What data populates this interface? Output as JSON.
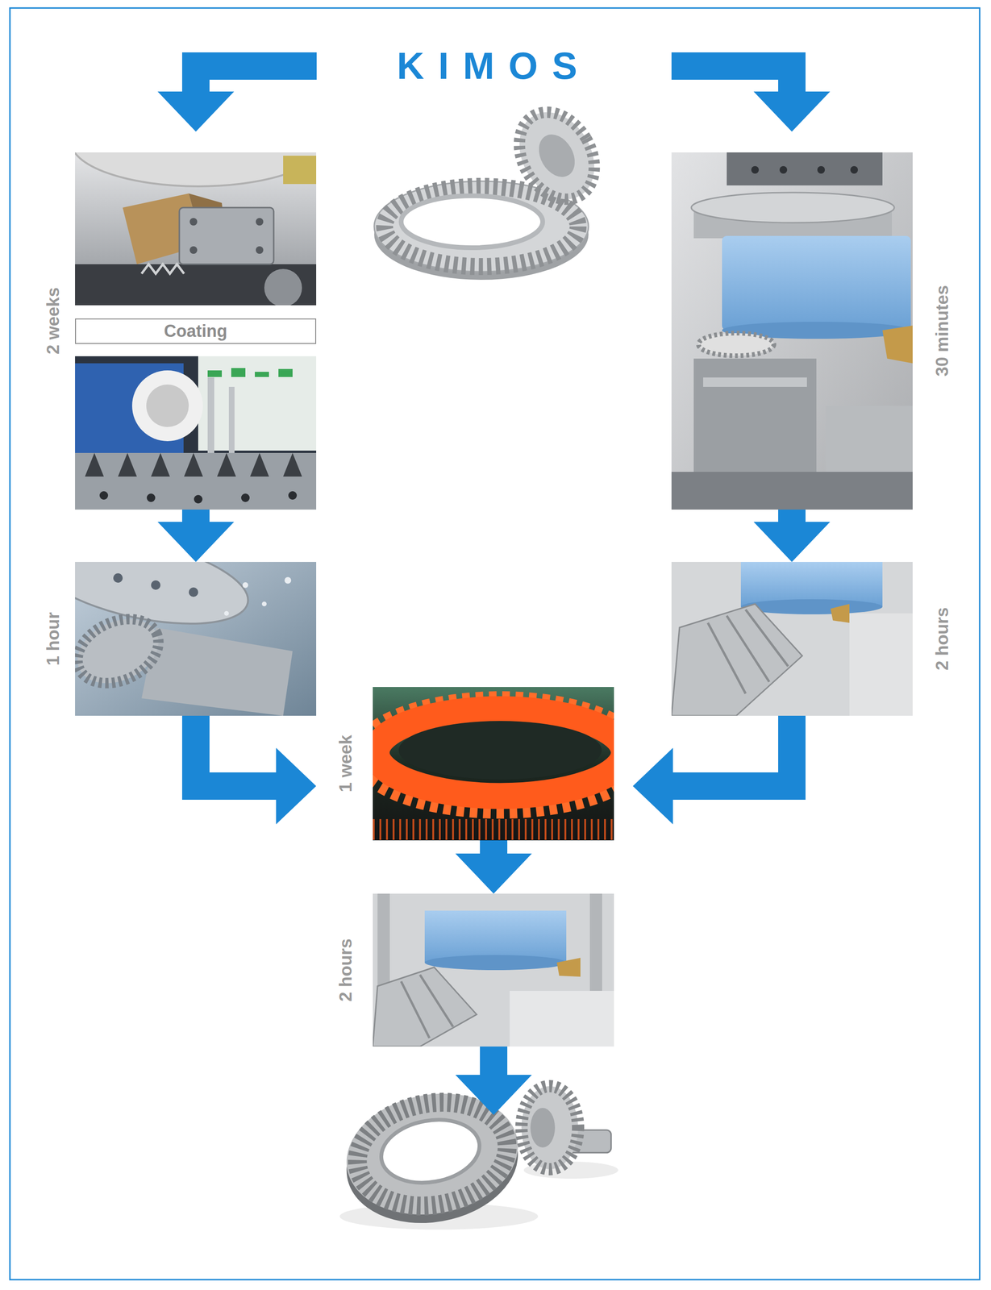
{
  "diagram": {
    "nodes": [
      {
        "text": [
          "KIMOS"
        ]
      },
      {
        "text": [
          "2 weeks"
        ]
      },
      {
        "text": [
          "Coating"
        ],
        "in": 1
      },
      {
        "text": [
          "30 minutes"
        ]
      },
      {
        "text": [
          "1 hour"
        ]
      },
      {
        "text": [
          "2 hours"
        ]
      },
      {
        "text": [
          "1 week"
        ]
      },
      {
        "text": [
          "2 hours"
        ]
      }
    ],
    "edges": [
      {
        "from": 0,
        "to": 1,
        "arrow": "to"
      },
      {
        "from": 0,
        "to": 3,
        "arrow": "to"
      },
      {
        "from": 1,
        "to": 4,
        "arrow": "to"
      },
      {
        "from": 3,
        "to": 5,
        "arrow": "to"
      },
      {
        "from": 4,
        "to": 6,
        "arrow": "to"
      },
      {
        "from": 5,
        "to": 6,
        "arrow": "to"
      },
      {
        "from": 6,
        "to": 7,
        "arrow": "to"
      }
    ]
  }
}
